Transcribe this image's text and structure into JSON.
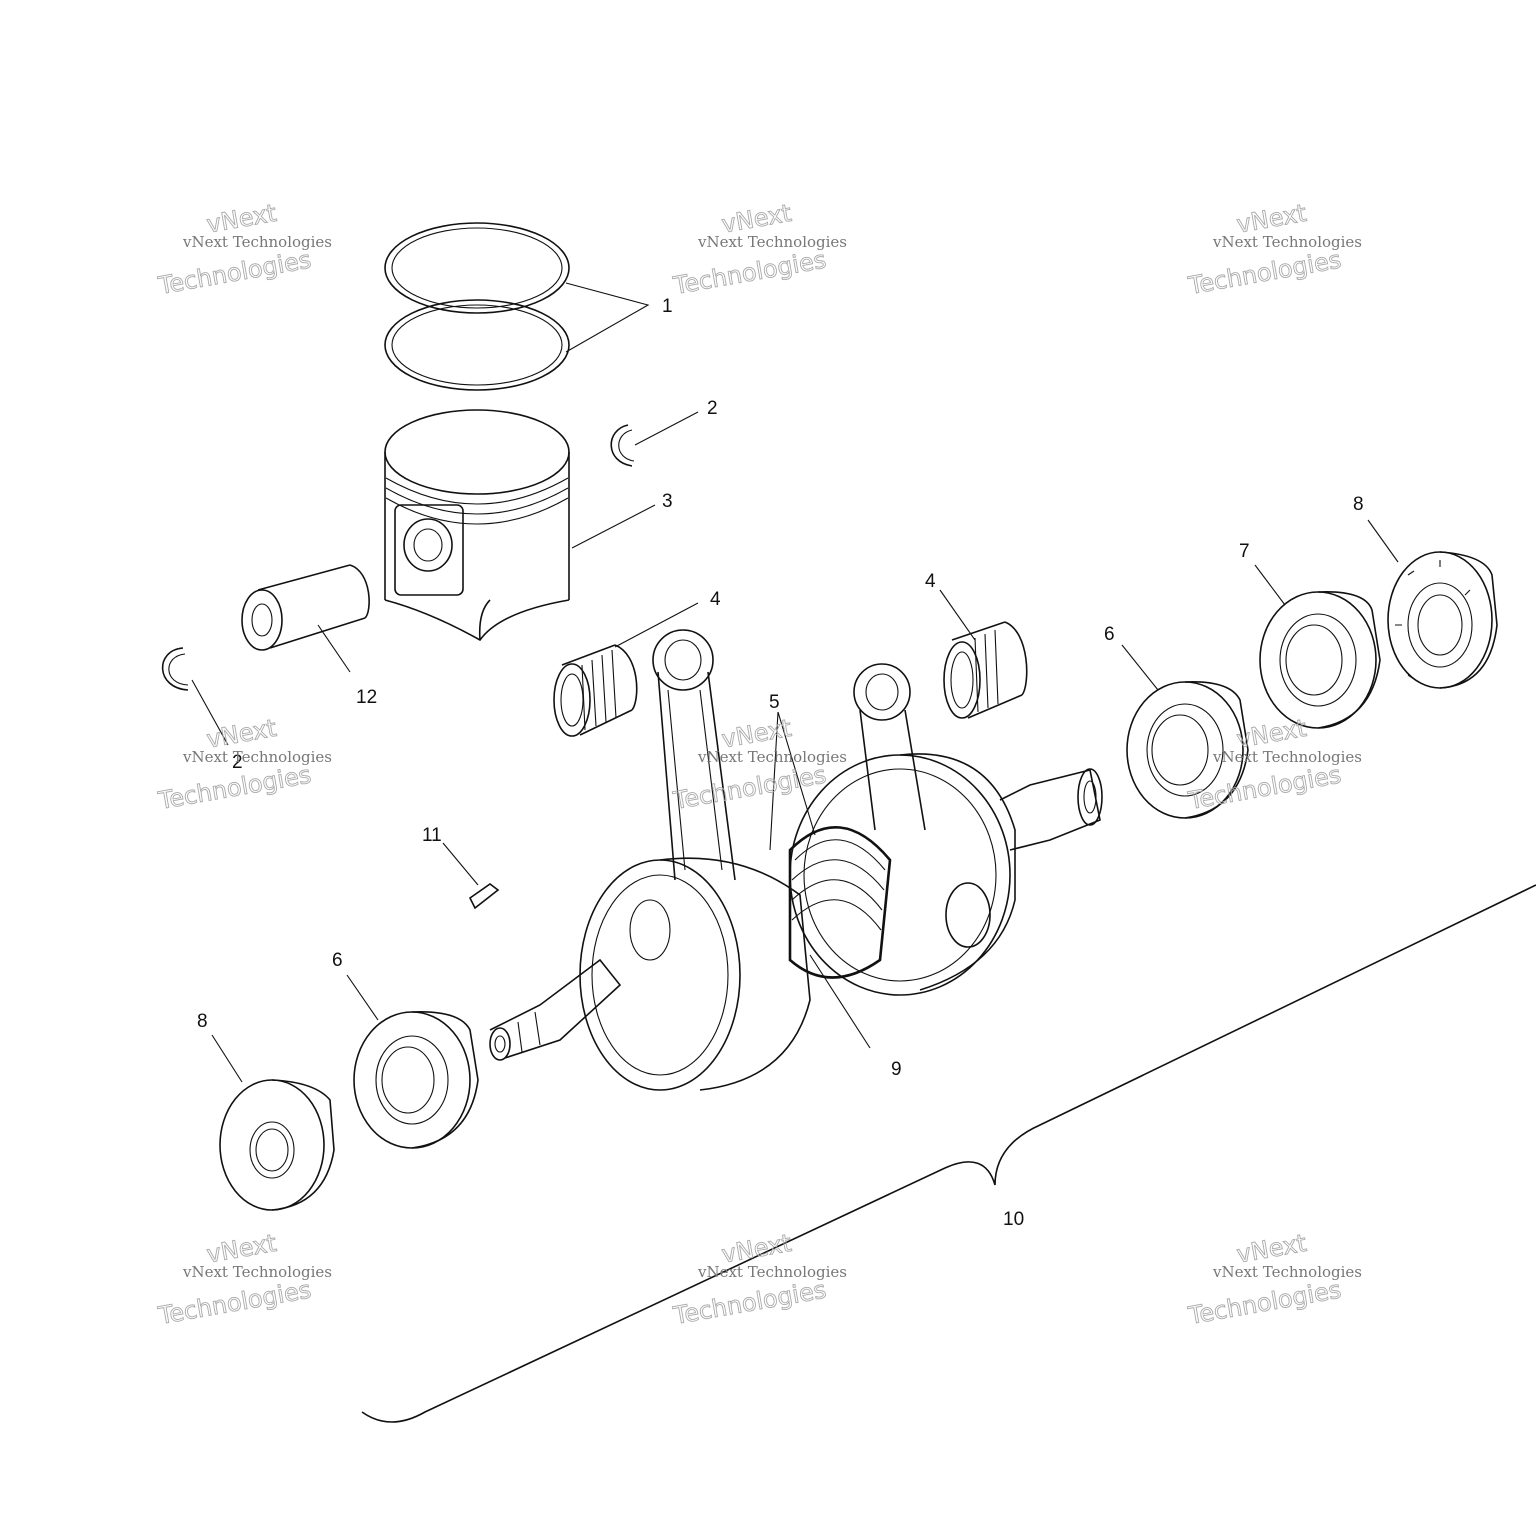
{
  "diagram": {
    "callouts": [
      {
        "id": "c1",
        "text": "1"
      },
      {
        "id": "c2a",
        "text": "2"
      },
      {
        "id": "c2b",
        "text": "2"
      },
      {
        "id": "c3",
        "text": "3"
      },
      {
        "id": "c4a",
        "text": "4"
      },
      {
        "id": "c4b",
        "text": "4"
      },
      {
        "id": "c5",
        "text": "5"
      },
      {
        "id": "c6a",
        "text": "6"
      },
      {
        "id": "c6b",
        "text": "6"
      },
      {
        "id": "c7",
        "text": "7"
      },
      {
        "id": "c8a",
        "text": "8"
      },
      {
        "id": "c8b",
        "text": "8"
      },
      {
        "id": "c9",
        "text": "9"
      },
      {
        "id": "c10",
        "text": "10"
      },
      {
        "id": "c11",
        "text": "11"
      },
      {
        "id": "c12",
        "text": "12"
      }
    ],
    "watermark": {
      "line1": "vNext Technologies",
      "line2": "vNext",
      "line3": "Technologies"
    }
  }
}
